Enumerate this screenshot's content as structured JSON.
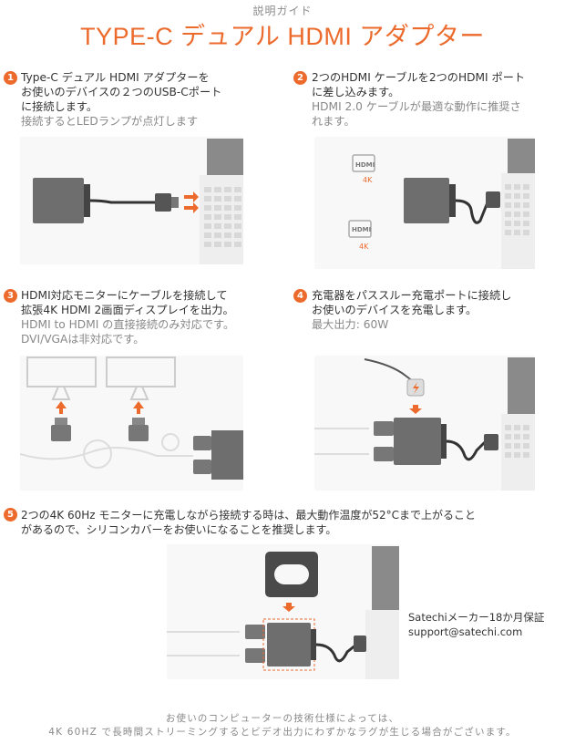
{
  "header": {
    "subtitle": "説明ガイド",
    "title": "TYPE-C デュアル HDMI アダプター"
  },
  "steps": [
    {
      "number": "1",
      "lines": [
        "Type-C デュアル HDMI アダプターを",
        "お使いのデバイスの２つのUSB-Cポート",
        "に接続します。"
      ],
      "note": "接続するとLEDランプが点灯します"
    },
    {
      "number": "2",
      "lines": [
        "2つのHDMI ケーブルを2つのHDMI ポート",
        "に差し込みます。"
      ],
      "notes": [
        "HDMI 2.0 ケーブルが最適な動作に推奨さ",
        "れます。"
      ]
    },
    {
      "number": "3",
      "lines": [
        "HDMI対応モニターにケーブルを接続して",
        "拡張4K HDMI 2画面ディスプレイを出力。"
      ],
      "notes": [
        "HDMI to HDMI の直接接続のみ対応です。",
        "DVI/VGAは非対応です。"
      ]
    },
    {
      "number": "4",
      "lines": [
        "充電器をパススルー充電ポートに接続し",
        "お使いのデバイスを充電します。"
      ],
      "note": "最大出力: 60W"
    },
    {
      "number": "5",
      "lines": [
        "2つの4K 60Hz モニターに充電しながら接続する時は、最大動作温度が52°Cまで上がること",
        "があるので、シリコンカバーをお使いになることを推奨します。"
      ]
    }
  ],
  "labels": {
    "hdmi": "HDMI",
    "res_top": "4K",
    "res_bottom": "4K"
  },
  "warranty": {
    "line1": "Satechiメーカー18か月保証",
    "line2": "support@satechi.com"
  },
  "footer": {
    "line1": "お使いのコンピューターの技術仕様によっては、",
    "line2": "4K 60HZ で長時間ストリーミングするとビデオ出力にわずかなラグが生じる場合がございます。"
  },
  "colors": {
    "accent": "#ec6a2c",
    "device": "#6e6e6e",
    "laptop": "#8a8a8a"
  }
}
